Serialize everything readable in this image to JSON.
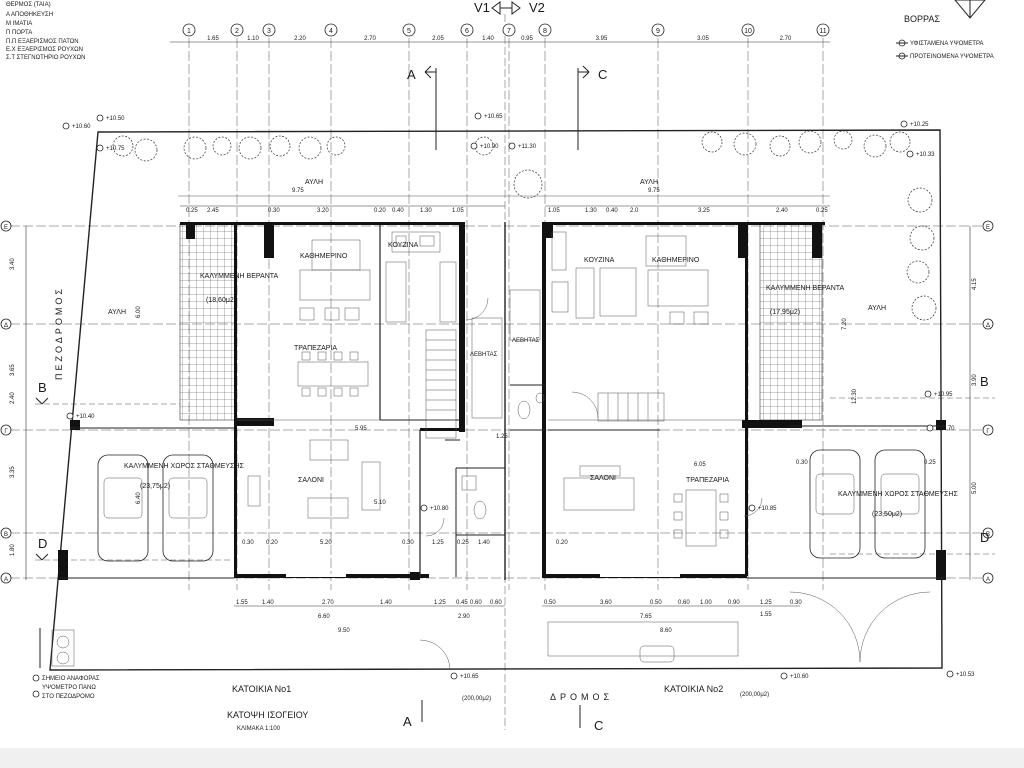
{
  "legend_top": [
    "ΘΕΡΜΟΣ (ΤΑΙΑ)",
    "Α ΑΠΟΘΗΚΕΥΣΗ",
    "Μ ΙΜΑΤΙΑ",
    "Π ΠΟΡΤΑ",
    "Π.Π ΕΞΑΕΡΙΣΜΟΣ ΠΑΤΩΝ",
    "Ε.Χ ΕΞΑΕΡΙΣΜΟΣ ΡΟΥΧΩΝ",
    "Σ.Τ ΣΤΕΓΝΩΤΗΡΙΟ ΡΟΥΧΩΝ"
  ],
  "north_label": "ΒΟΡΡΑΣ",
  "legend_right": [
    "ΥΦΙΣΤΑΜΕΝΑ ΥΨΟΜΕΤΡΑ",
    "ΠΡΟΤΕΙΝΟΜΕΝΑ ΥΨΟΜΕΤΡΑ"
  ],
  "grid_axes_top": [
    "1",
    "2",
    "3",
    "4",
    "5",
    "6",
    "7",
    "8",
    "9",
    "10",
    "11"
  ],
  "grid_axes_side": [
    "E",
    "Δ",
    "Γ",
    "Β",
    "Α"
  ],
  "top_dims": [
    "1.65",
    "1.10",
    "2.20",
    "2.70",
    "2.05",
    "1.40",
    "0.95",
    "3.95",
    "3.05",
    "2.70"
  ],
  "section_labels": {
    "a": "A",
    "b": "B",
    "c": "C",
    "d": "D",
    "v1": "V1",
    "v2": "V2"
  },
  "yard_labels": {
    "north_left": "ΑΥΛΗ",
    "north_right": "ΑΥΛΗ",
    "west": "ΑΥΛΗ",
    "east": "ΑΥΛΗ"
  },
  "pedestrian_street": "ΠΕΖΟΔΡΟΜΟΣ",
  "street": "ΔΡΟΜΟΣ",
  "house1": {
    "title": "ΚΑΤΟΙΚΙΑ Νο1",
    "subtitle": "ΚΑΤΟΨΗ ΙΣΟΓΕΙΟΥ",
    "scale": "ΚΛΙΜΑΚΑ 1:100",
    "area": "(200,00μ2)",
    "veranda": "ΚΑΛΥΜΜΕΝΗ ΒΕΡΑΝΤΑ",
    "veranda_area": "(18,60μ2)",
    "living": "ΚΑΘΗΜΕΡΙΝΟ",
    "kitchen": "ΚΟΥΖΙΝΑ",
    "dining": "ΤΡΑΠΕΖΑΡΙΑ",
    "salon": "ΣΑΛΟΝΙ",
    "boiler": "ΛΕΒΗΤΑΣ",
    "parking": "ΚΑΛΥΜΜΕΝΗ ΧΩΡΟΣ ΣΤΑΘΜΕΥΣΗΣ",
    "parking_area": "(23,75μ2)",
    "total_width": "9.75",
    "dims": [
      "0.25",
      "2.45",
      "0.30",
      "3.20",
      "0.20",
      "0.40",
      "1.30",
      "1.05"
    ],
    "bottom_dims": [
      "1.55",
      "1.40",
      "2.70",
      "1.40",
      "1.25",
      "0.45",
      "0.60",
      "0.60"
    ],
    "bottom_total": "6.60",
    "lot_width": "9.50",
    "bottom_sub": "2.90",
    "room_dims": [
      "5.20",
      "0.30",
      "0.30",
      "1.25",
      "0.25",
      "1.40",
      "5.10",
      "5.95",
      "0.20",
      "1.25"
    ]
  },
  "house2": {
    "title": "ΚΑΤΟΙΚΙΑ Νο2",
    "area": "(200,00μ2)",
    "veranda": "ΚΑΛΥΜΜΕΝΗ ΒΕΡΑΝΤΑ",
    "veranda_area": "(17,95μ2)",
    "living": "ΚΑΘΗΜΕΡΙΝΟ",
    "kitchen": "ΚΟΥΖΙΝΑ",
    "dining": "ΤΡΑΠΕΖΑΡΙΑ",
    "salon": "ΣΑΛΟΝΙ",
    "boiler": "ΛΕΒΗΤΑΣ",
    "parking": "ΚΑΛΥΜΜΕΝΗ ΧΩΡΟΣ ΣΤΑΘΜΕΥΣΗΣ",
    "parking_area": "(23,50μ2)",
    "total_width": "9.75",
    "dims": [
      "1.05",
      "1.30",
      "0.40",
      "2.0",
      "3.25",
      "2.40",
      "0.25"
    ],
    "bottom_dims": [
      "0.50",
      "3.60",
      "0.50",
      "0.60",
      "1.00",
      "0.90",
      "1.25",
      "0.30"
    ],
    "bottom_total": "7.65",
    "lot_width": "8.60",
    "bottom_sub": "1.55",
    "room_dims": [
      "6.05",
      "0.20",
      "0.30",
      "0.25"
    ]
  },
  "side_dims_left": [
    "3.40",
    "6.00",
    "3.65",
    "2.40",
    "3.35",
    "6.40",
    "1.80"
  ],
  "side_dims_right": [
    "4.15",
    "7.20",
    "3.90",
    "5.00",
    "12.30"
  ],
  "bottom_notes": [
    "ΣΗΜΕΙΟ ΑΝΑΦΟΡΑΣ",
    "ΥΨΟΜΕΤΡΟ ΠΑΝΩ",
    "ΣΤΟ ΠΕΖΟΔΡΟΜΟ"
  ],
  "elevations": [
    "+10.60",
    "+10.50",
    "+10.65",
    "+11.30",
    "+10.75",
    "+10.90",
    "+10.25",
    "+10.33",
    "+10.40",
    "+10.95",
    "+10.70",
    "+10.80",
    "+10.85",
    "+10.60",
    "+10.53",
    "+10.65"
  ]
}
